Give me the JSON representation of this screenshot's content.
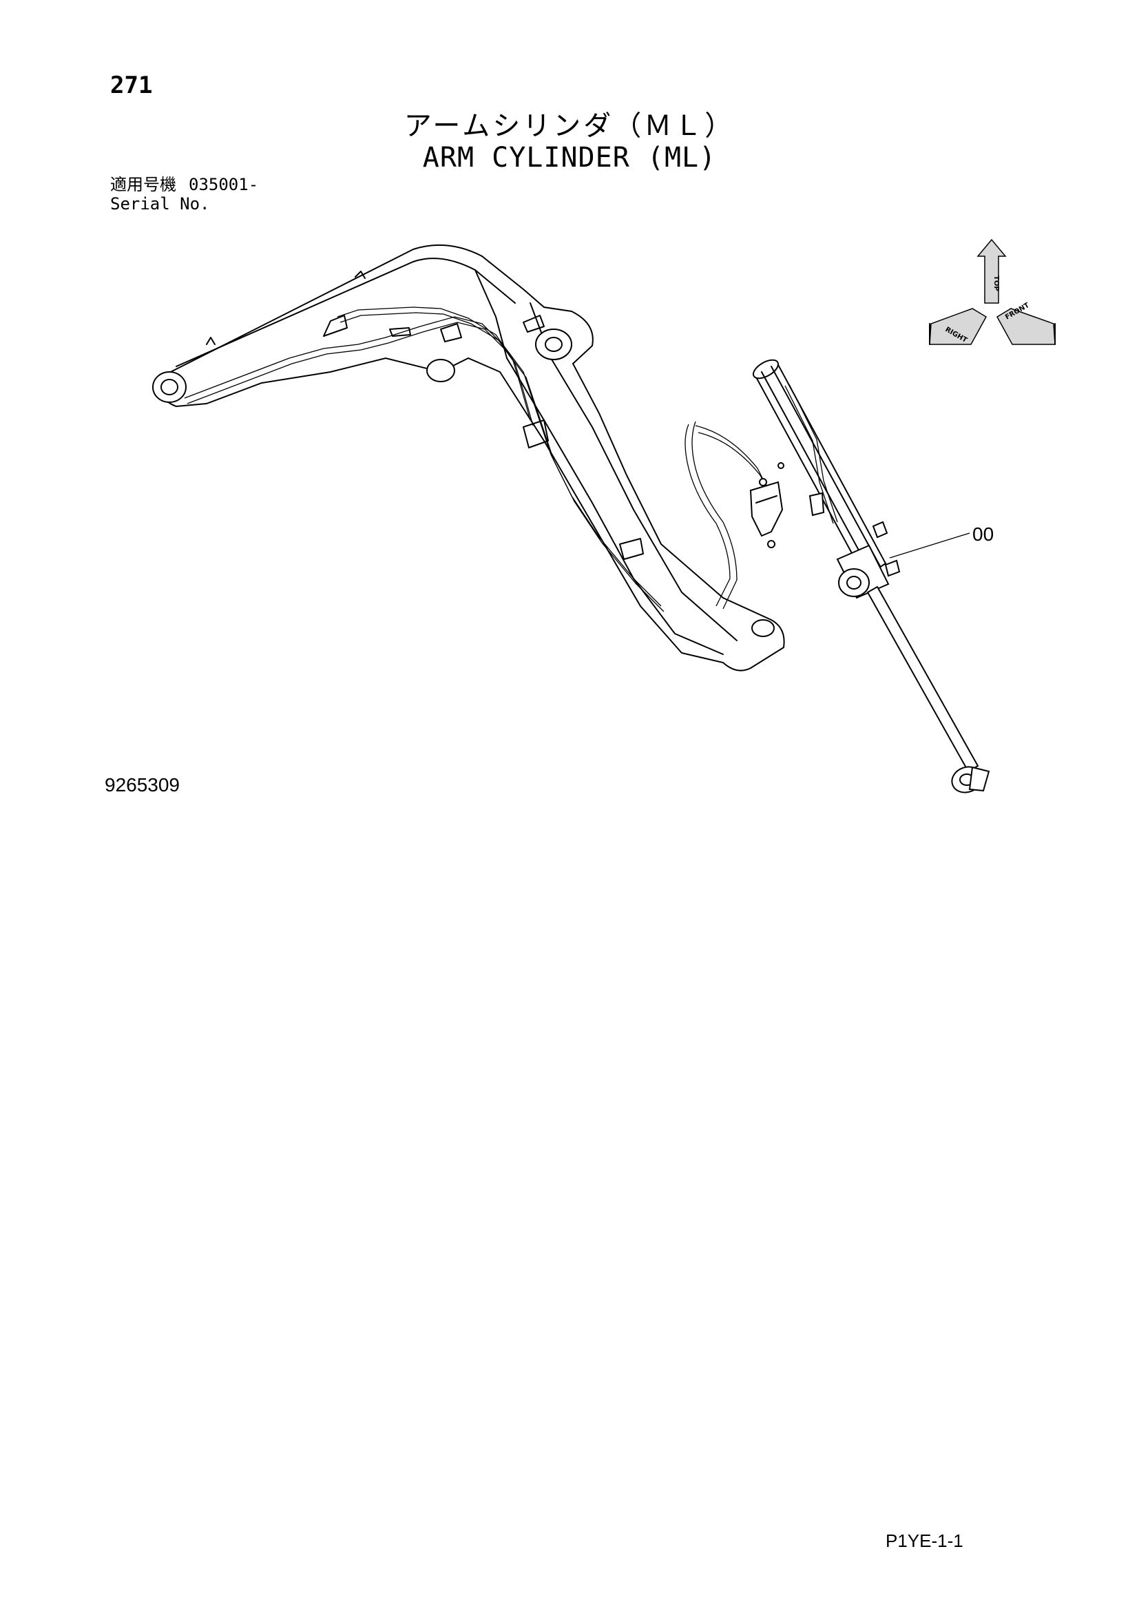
{
  "header": {
    "page_number": "271",
    "title_ja": "アームシリンダ（ＭＬ）",
    "title_en": "ARM CYLINDER (ML)"
  },
  "serial": {
    "label_ja": "適用号機",
    "range": "035001-",
    "label_en": "Serial No."
  },
  "callout": {
    "part_ref": "00"
  },
  "orientation_indicator": {
    "top_label": "TOP",
    "right_label": "RIGHT",
    "front_label": "FRONT"
  },
  "footer": {
    "drawing_number": "9265309",
    "sheet_code": "P1YE-1-1"
  }
}
